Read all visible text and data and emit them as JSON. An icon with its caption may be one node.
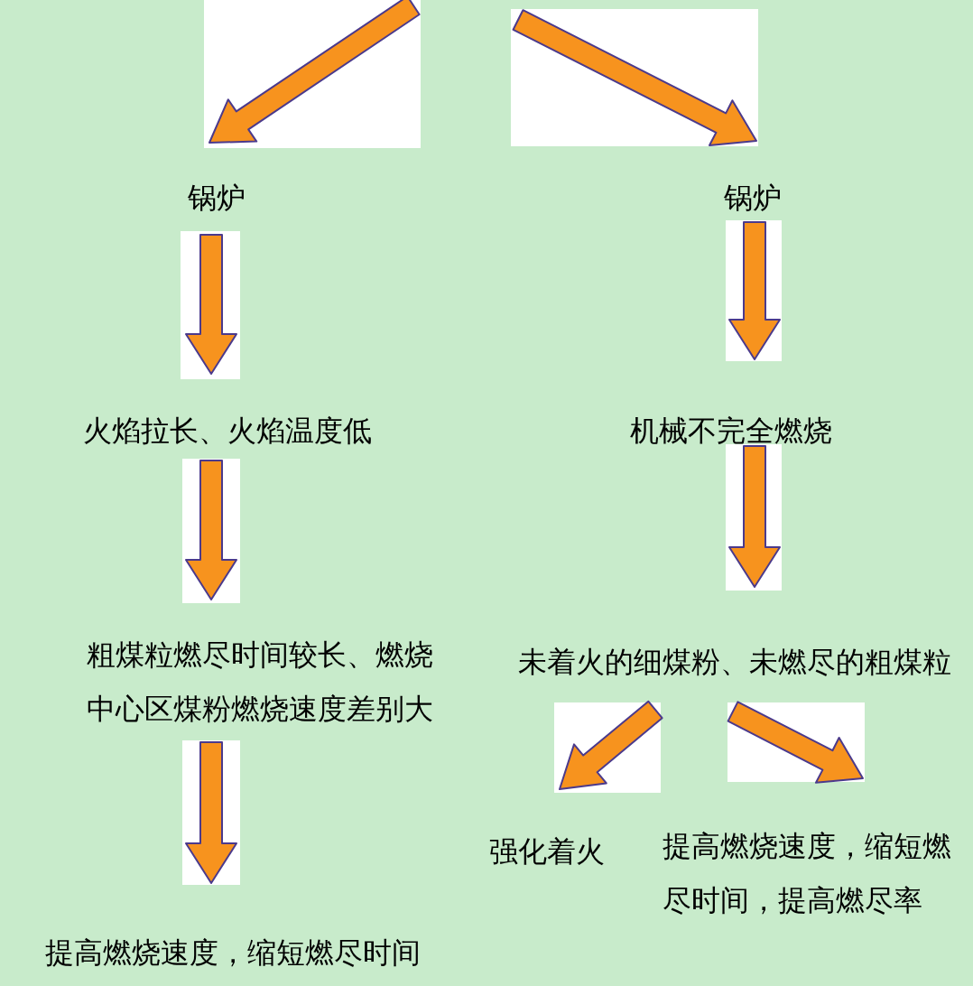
{
  "diagram": {
    "nodes": [
      {
        "text": [
          "锅炉"
        ]
      },
      {
        "text": [
          "锅炉"
        ]
      },
      {
        "text": [
          "火焰拉长、火焰温度低"
        ]
      },
      {
        "text": [
          "机械不完全燃烧"
        ]
      },
      {
        "text": [
          "粗煤粒燃尽时间较长、燃烧中心区煤粉燃烧速度差别大"
        ]
      },
      {
        "text": [
          "未着火的细煤粉、未燃尽的粗煤粒"
        ]
      },
      {
        "text": [
          "强化着火"
        ]
      },
      {
        "text": [
          "提高燃烧速度，缩短燃尽时间，提高燃尽率"
        ]
      },
      {
        "text": [
          "提高燃烧速度，缩短燃尽时间"
        ]
      }
    ],
    "edges": [
      {
        "from": null,
        "to": 0,
        "arrow": "to"
      },
      {
        "from": null,
        "to": 1,
        "arrow": "to"
      },
      {
        "from": 0,
        "to": 2,
        "arrow": "to"
      },
      {
        "from": 1,
        "to": 3,
        "arrow": "to"
      },
      {
        "from": 2,
        "to": 4,
        "arrow": "to"
      },
      {
        "from": 3,
        "to": 5,
        "arrow": "to"
      },
      {
        "from": 4,
        "to": 8,
        "arrow": "to"
      },
      {
        "from": 5,
        "to": 6,
        "arrow": "to"
      },
      {
        "from": 5,
        "to": 7,
        "arrow": "to"
      }
    ]
  }
}
